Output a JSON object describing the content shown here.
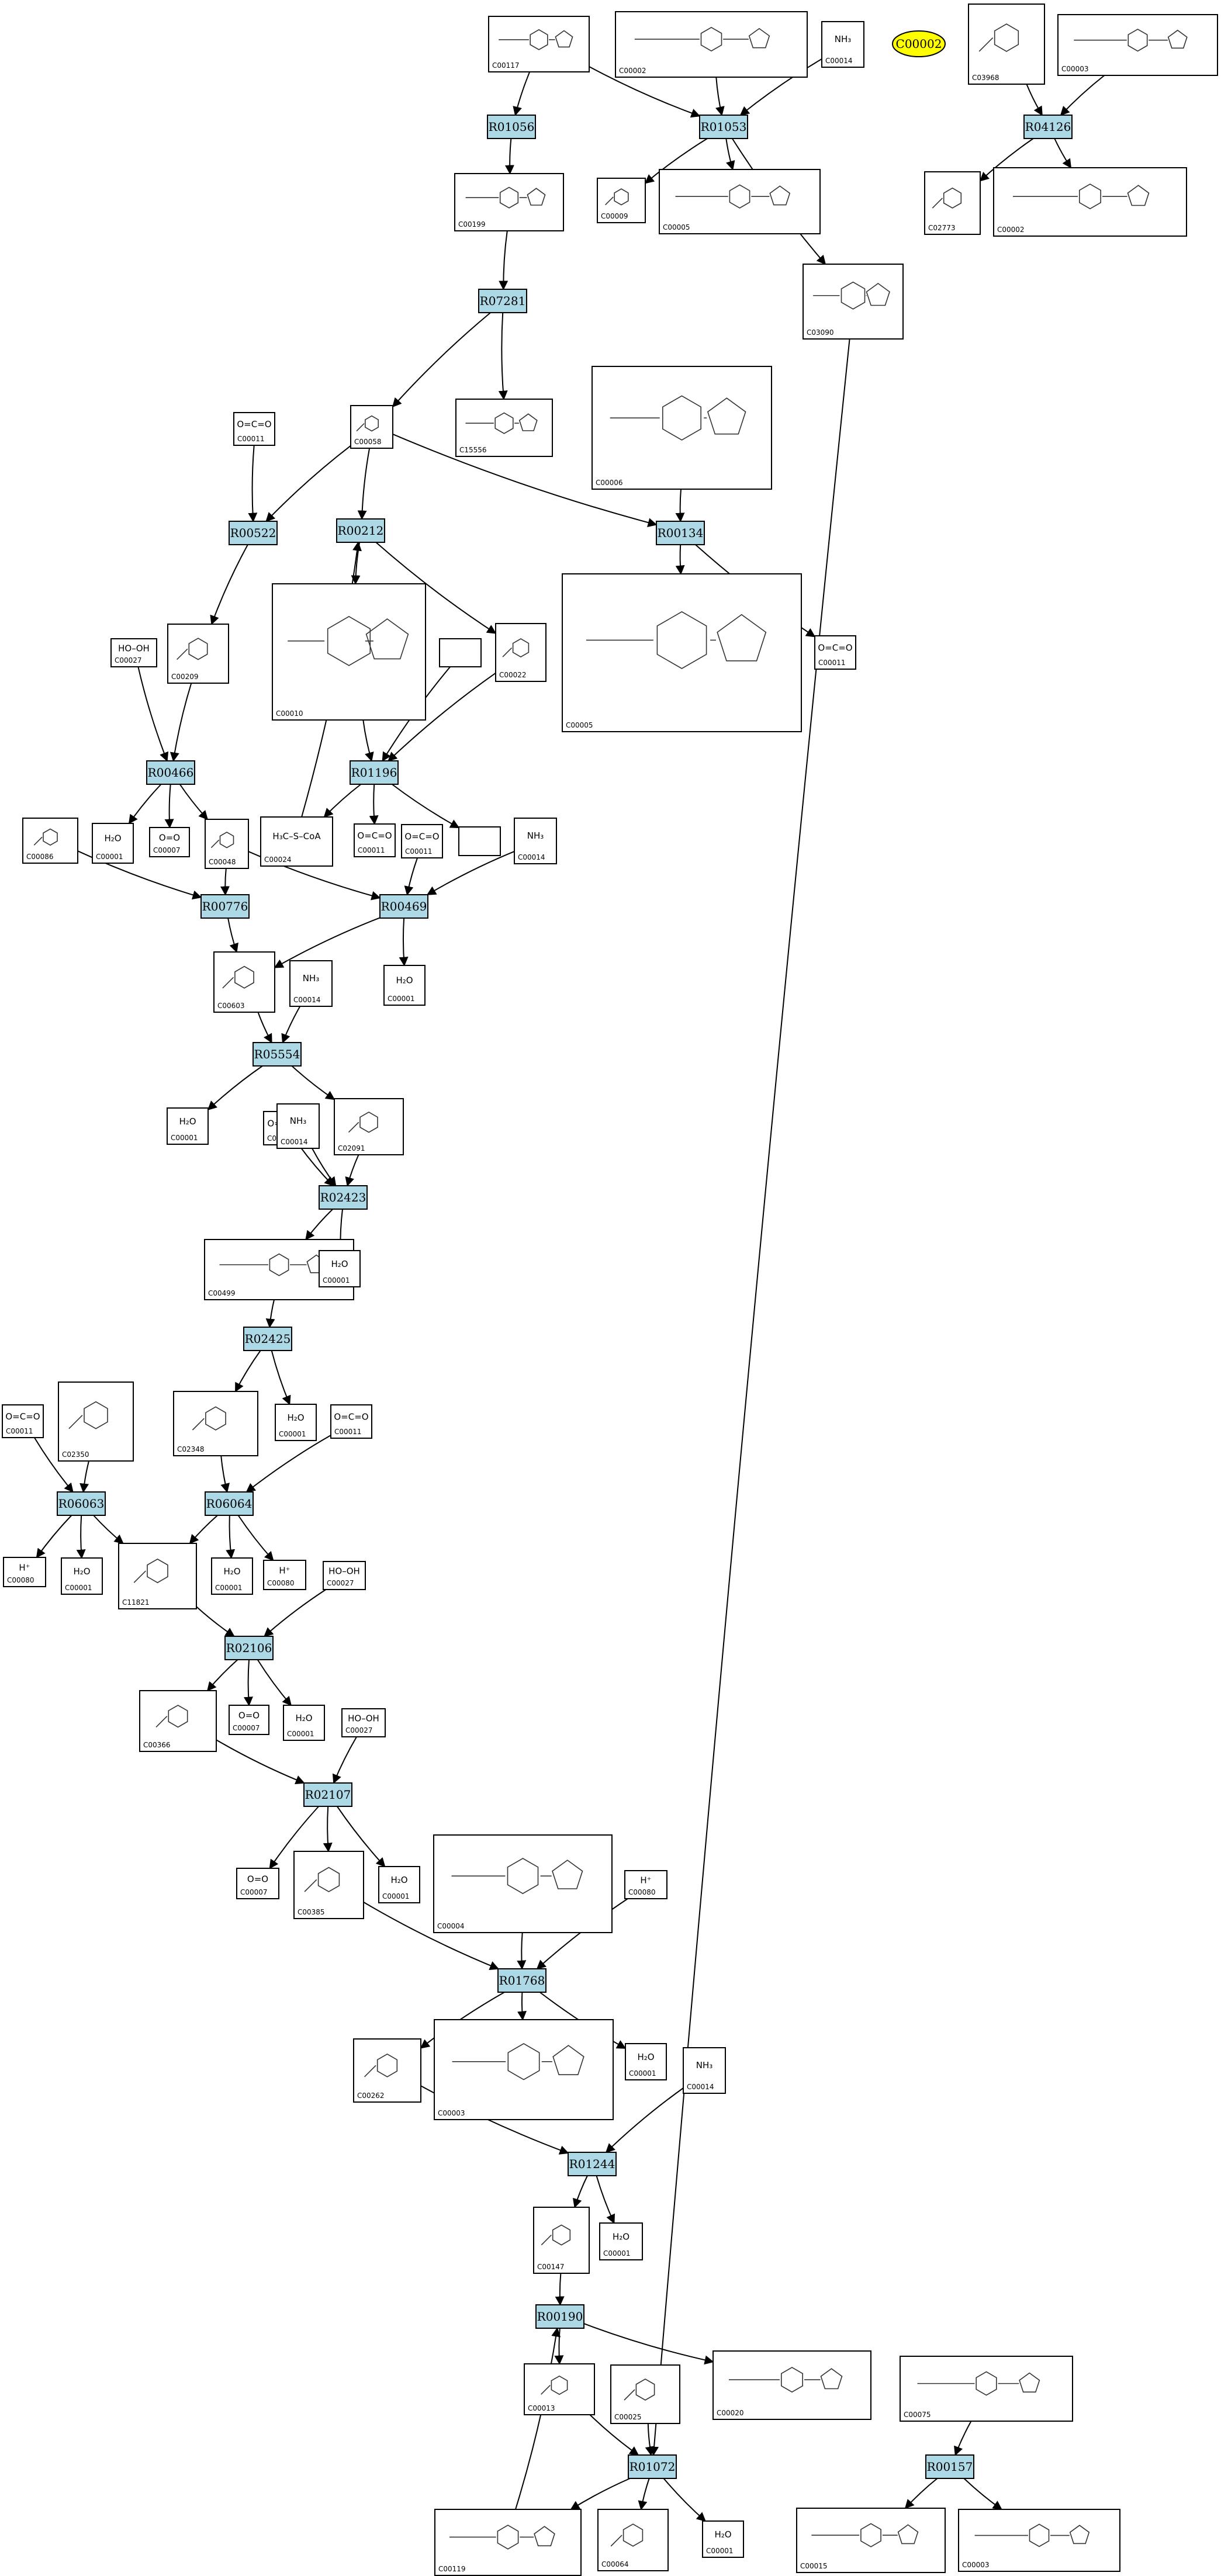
{
  "highlight": {
    "id": "C00002",
    "color": "#ffff00"
  },
  "colors": {
    "reaction_fill": "#add8e6"
  },
  "reactions": [
    {
      "id": "R01056"
    },
    {
      "id": "R01053"
    },
    {
      "id": "R04126"
    },
    {
      "id": "R07281"
    },
    {
      "id": "R00522"
    },
    {
      "id": "R00212"
    },
    {
      "id": "R00134"
    },
    {
      "id": "R00466"
    },
    {
      "id": "R01196"
    },
    {
      "id": "R00776"
    },
    {
      "id": "R00469"
    },
    {
      "id": "R05554"
    },
    {
      "id": "R02423"
    },
    {
      "id": "R02425"
    },
    {
      "id": "R06063"
    },
    {
      "id": "R06064"
    },
    {
      "id": "R02106"
    },
    {
      "id": "R02107"
    },
    {
      "id": "R01768"
    },
    {
      "id": "R01244"
    },
    {
      "id": "R00190"
    },
    {
      "id": "R01072"
    },
    {
      "id": "R00157"
    }
  ],
  "compounds": [
    {
      "key": "c00117",
      "id": "C00117",
      "icon": "ribose-phosphate-structure"
    },
    {
      "key": "c00002a",
      "id": "C00002",
      "icon": "atp-structure"
    },
    {
      "key": "c00014a",
      "id": "C00014",
      "formula": "NH₃",
      "icon": "ammonia-structure"
    },
    {
      "key": "c03968",
      "id": "C03968",
      "icon": "phosphate-ester-structure"
    },
    {
      "key": "c00003a",
      "id": "C00003",
      "icon": "nucleotide-structure"
    },
    {
      "key": "c00199",
      "id": "C00199",
      "icon": "ribulose-phosphate-structure"
    },
    {
      "key": "c00009",
      "id": "C00009",
      "icon": "phosphate-structure"
    },
    {
      "key": "c00005a",
      "id": "C00005",
      "icon": "nucleotide-structure"
    },
    {
      "key": "c02773",
      "id": "C02773",
      "icon": "ester-structure"
    },
    {
      "key": "c00002b",
      "id": "C00002",
      "icon": "atp-structure"
    },
    {
      "key": "c03090",
      "id": "C03090",
      "icon": "prpp-structure"
    },
    {
      "key": "c15556",
      "id": "C15556",
      "icon": "phosphate-ester-structure"
    },
    {
      "key": "c00011a",
      "id": "C00011",
      "formula": "O=C=O",
      "icon": "carbon-dioxide-structure"
    },
    {
      "key": "c00058",
      "id": "C00058",
      "icon": "formate-structure"
    },
    {
      "key": "c00006",
      "id": "C00006",
      "icon": "nadp-structure"
    },
    {
      "key": "c00209",
      "id": "C00209",
      "icon": "oxalate-structure"
    },
    {
      "key": "c00027a",
      "id": "C00027",
      "formula": "HO–OH",
      "icon": "peroxide-structure"
    },
    {
      "key": "c00010",
      "id": "C00010",
      "icon": "coenzyme-a-structure"
    },
    {
      "key": "blank1",
      "id": "",
      "icon": "empty-compound"
    },
    {
      "key": "c00022",
      "id": "C00022",
      "icon": "pyruvate-structure"
    },
    {
      "key": "c00005b",
      "id": "C00005",
      "icon": "nadph-structure"
    },
    {
      "key": "c00011b",
      "id": "C00011",
      "formula": "O=C=O",
      "icon": "carbon-dioxide-structure"
    },
    {
      "key": "c00086",
      "id": "C00086",
      "icon": "urea-structure"
    },
    {
      "key": "c00001a",
      "id": "C00001",
      "formula": "H₂O",
      "icon": "water-structure"
    },
    {
      "key": "c00007a",
      "id": "C00007",
      "formula": "O=O",
      "icon": "oxygen-structure"
    },
    {
      "key": "c00048",
      "id": "C00048",
      "icon": "glyoxylate-structure"
    },
    {
      "key": "c00024",
      "id": "C00024",
      "formula": "H₃C–S–CoA",
      "icon": "acetyl-coa-structure"
    },
    {
      "key": "c00011c",
      "id": "C00011",
      "formula": "O=C=O",
      "icon": "carbon-dioxide-structure"
    },
    {
      "key": "c00011d",
      "id": "C00011",
      "formula": "O=C=O",
      "icon": "carbon-dioxide-structure"
    },
    {
      "key": "blank2",
      "id": "",
      "icon": "empty-compound"
    },
    {
      "key": "c00014b",
      "id": "C00014",
      "formula": "NH₃",
      "icon": "ammonia-structure"
    },
    {
      "key": "c00603",
      "id": "C00603",
      "icon": "ureidoglycolate-structure"
    },
    {
      "key": "c00014c",
      "id": "C00014",
      "formula": "NH₃",
      "icon": "ammonia-structure"
    },
    {
      "key": "c00001b",
      "id": "C00001",
      "formula": "H₂O",
      "icon": "water-structure"
    },
    {
      "key": "c00001c",
      "id": "C00001",
      "formula": "H₂O",
      "icon": "water-structure"
    },
    {
      "key": "c00011e",
      "id": "C00011",
      "formula": "O=C=O",
      "icon": "carbon-dioxide-structure"
    },
    {
      "key": "c00014d",
      "id": "C00014",
      "formula": "NH₃",
      "icon": "ammonia-structure"
    },
    {
      "key": "c02091",
      "id": "C02091",
      "icon": "ureidoglycine-structure"
    },
    {
      "key": "c00499",
      "id": "C00499",
      "icon": "allantoate-structure"
    },
    {
      "key": "c00001d",
      "id": "C00001",
      "formula": "H₂O",
      "icon": "water-structure"
    },
    {
      "key": "c02350",
      "id": "C02350",
      "icon": "allantoin-structure"
    },
    {
      "key": "c00001e",
      "id": "C00001",
      "formula": "H₂O",
      "icon": "water-structure"
    },
    {
      "key": "c00011f",
      "id": "C00011",
      "formula": "O=C=O",
      "icon": "carbon-dioxide-structure"
    },
    {
      "key": "c00011g",
      "id": "C00011",
      "formula": "O=C=O",
      "icon": "carbon-dioxide-structure"
    },
    {
      "key": "c02348",
      "id": "C02348",
      "icon": "hydroxyisourate-structure"
    },
    {
      "key": "c00080a",
      "id": "C00080",
      "formula": "H⁺",
      "icon": "proton-structure"
    },
    {
      "key": "c00001f",
      "id": "C00001",
      "formula": "H₂O",
      "icon": "water-structure"
    },
    {
      "key": "c11821",
      "id": "C11821",
      "icon": "urate-structure"
    },
    {
      "key": "c00001g",
      "id": "C00001",
      "formula": "H₂O",
      "icon": "water-structure"
    },
    {
      "key": "c00080b",
      "id": "C00080",
      "formula": "H⁺",
      "icon": "proton-structure"
    },
    {
      "key": "c00027b",
      "id": "C00027",
      "formula": "HO–OH",
      "icon": "peroxide-structure"
    },
    {
      "key": "c00366",
      "id": "C00366",
      "icon": "urate-structure"
    },
    {
      "key": "c00007b",
      "id": "C00007",
      "formula": "O=O",
      "icon": "oxygen-structure"
    },
    {
      "key": "c00001h",
      "id": "C00001",
      "formula": "H₂O",
      "icon": "water-structure"
    },
    {
      "key": "c00027c",
      "id": "C00027",
      "formula": "HO–OH",
      "icon": "peroxide-structure"
    },
    {
      "key": "c00007c",
      "id": "C00007",
      "formula": "O=O",
      "icon": "oxygen-structure"
    },
    {
      "key": "c00385",
      "id": "C00385",
      "icon": "xanthine-structure"
    },
    {
      "key": "c00001i",
      "id": "C00001",
      "formula": "H₂O",
      "icon": "water-structure"
    },
    {
      "key": "c00004",
      "id": "C00004",
      "icon": "nadh-structure"
    },
    {
      "key": "c00080c",
      "id": "C00080",
      "formula": "H⁺",
      "icon": "proton-structure"
    },
    {
      "key": "c00262",
      "id": "C00262",
      "icon": "hypoxanthine-structure"
    },
    {
      "key": "c00003b",
      "id": "C00003",
      "icon": "nad-structure"
    },
    {
      "key": "c00001j",
      "id": "C00001",
      "formula": "H₂O",
      "icon": "water-structure"
    },
    {
      "key": "c00014e",
      "id": "C00014",
      "formula": "NH₃",
      "icon": "ammonia-structure"
    },
    {
      "key": "c00147",
      "id": "C00147",
      "icon": "adenine-structure"
    },
    {
      "key": "c00001k",
      "id": "C00001",
      "formula": "H₂O",
      "icon": "water-structure"
    },
    {
      "key": "c00013",
      "id": "C00013",
      "icon": "diphosphate-structure"
    },
    {
      "key": "c00025",
      "id": "C00025",
      "icon": "glutamate-structure"
    },
    {
      "key": "c00020",
      "id": "C00020",
      "icon": "amp-structure"
    },
    {
      "key": "c00075",
      "id": "C00075",
      "icon": "utp-structure"
    },
    {
      "key": "c00119",
      "id": "C00119",
      "icon": "prpp-structure"
    },
    {
      "key": "c00064",
      "id": "C00064",
      "icon": "glutamine-structure"
    },
    {
      "key": "c00001l",
      "id": "C00001",
      "formula": "H₂O",
      "icon": "water-structure"
    },
    {
      "key": "c00015",
      "id": "C00015",
      "icon": "udp-structure"
    },
    {
      "key": "c00003c",
      "id": "C00003",
      "icon": "nucleotide-structure"
    }
  ]
}
